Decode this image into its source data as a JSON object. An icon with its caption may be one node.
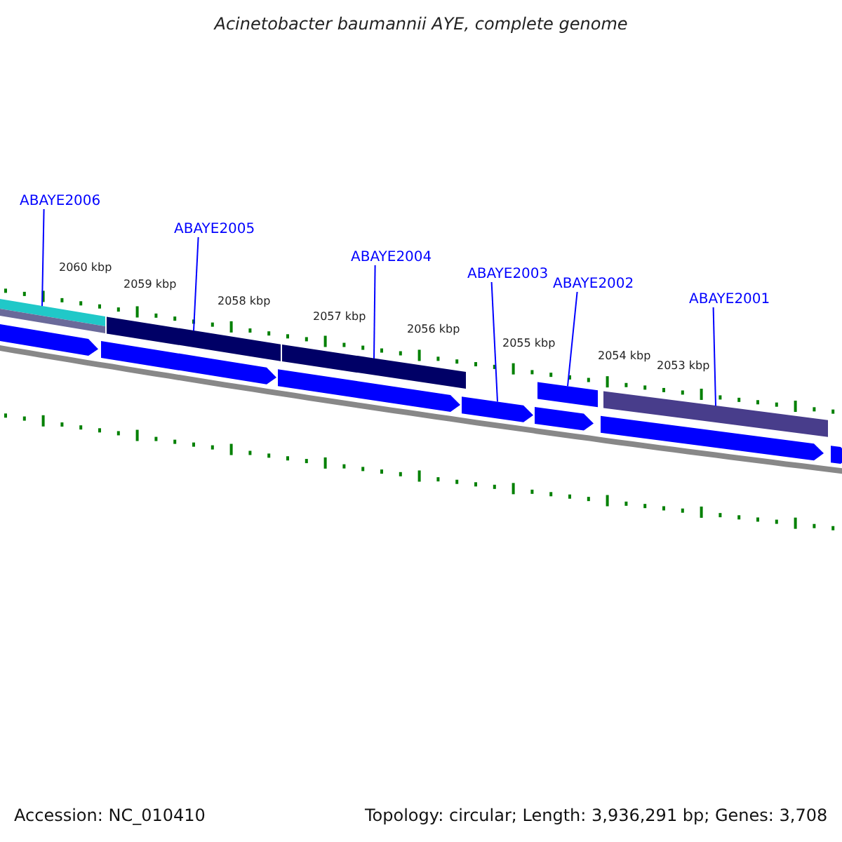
{
  "diagram": {
    "title": "Acinetobacter baumannii AYE, complete genome",
    "nodes": [
      {
        "text": [
          "ABAYE2006"
        ]
      },
      {
        "text": [
          "ABAYE2005"
        ]
      },
      {
        "text": [
          "ABAYE2004"
        ]
      },
      {
        "text": [
          "ABAYE2003"
        ]
      },
      {
        "text": [
          "ABAYE2002"
        ]
      },
      {
        "text": [
          "ABAYE2001"
        ]
      },
      {
        "text": [],
        "shape": "bar"
      },
      {
        "text": [],
        "shape": "bar"
      },
      {
        "text": [],
        "shape": "bar"
      },
      {
        "text": [],
        "shape": "bar"
      },
      {
        "text": [],
        "shape": "bar"
      },
      {
        "text": [],
        "shape": "bar"
      },
      {
        "text": [],
        "shape": "bar"
      },
      {
        "text": [],
        "shape": "bar"
      },
      {
        "text": [],
        "shape": "bar"
      },
      {
        "text": [],
        "shape": "bar"
      },
      {
        "text": [],
        "shape": "bar"
      },
      {
        "text": [],
        "shape": "bar"
      }
    ],
    "edges": [
      {
        "from": 0,
        "to": 6,
        "arrow": "none"
      },
      {
        "from": 1,
        "to": 7,
        "arrow": "none"
      },
      {
        "from": 2,
        "to": 8,
        "arrow": "none"
      },
      {
        "from": 3,
        "to": 14,
        "arrow": "none"
      },
      {
        "from": 4,
        "to": 9,
        "arrow": "none"
      },
      {
        "from": 5,
        "to": 10,
        "arrow": "none"
      }
    ],
    "labels": [
      "2060 kbp",
      "2059 kbp",
      "2058 kbp",
      "2057 kbp",
      "2056 kbp",
      "2055 kbp",
      "2054 kbp",
      "2053 kbp",
      "Accession: NC_010410",
      "Topology: circular; Length: 3,936,291 bp; Genes: 3,708"
    ]
  }
}
